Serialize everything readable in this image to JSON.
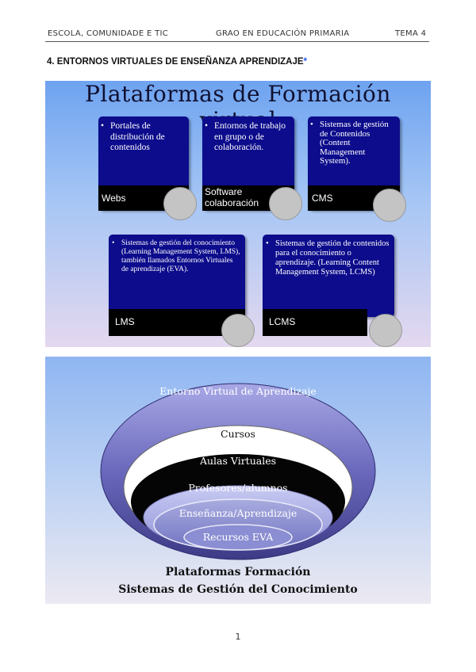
{
  "header": {
    "left": "ESCOLA, COMUNIDADE E TIC",
    "center": "GRAO EN EDUCACIÓN PRIMARIA",
    "right": "TEMA 4"
  },
  "section": {
    "title": "4. ENTORNOS VIRTUALES DE ENSEÑANZA APRENDIZAJE",
    "asterisk": "*"
  },
  "slide1": {
    "title": "Plataformas de Formación virtual",
    "cards": [
      {
        "text": "Portales de distribución de contenidos",
        "label": "Webs"
      },
      {
        "text": "Entornos de trabajo en grupo o de colaboración.",
        "label": "Software colaboración"
      },
      {
        "text": "Sistemas de gestión de Contenidos (Content Management System).",
        "label": "CMS"
      },
      {
        "text": "Sistemas de gestión del conocimiento (Learning Management System, LMS), también llamados Entornos Virtuales de aprendizaje (EVA).",
        "label": "LMS"
      },
      {
        "text": "Sistemas de gestión de contenidos para el conocimiento o aprendizaje. (Learning Content Management System, LCMS)",
        "label": "LCMS"
      }
    ]
  },
  "slide2": {
    "rings": [
      "Entorno Virtual de Aprendizaje",
      "Cursos",
      "Aulas Virtuales",
      "Profesores/alumnos",
      "Enseñanza/Aprendizaje",
      "Recursos EVA"
    ],
    "caption_line1": "Plataformas  Formación",
    "caption_line2": "Sistemas de Gestión del Conocimiento"
  },
  "page_number": "1"
}
